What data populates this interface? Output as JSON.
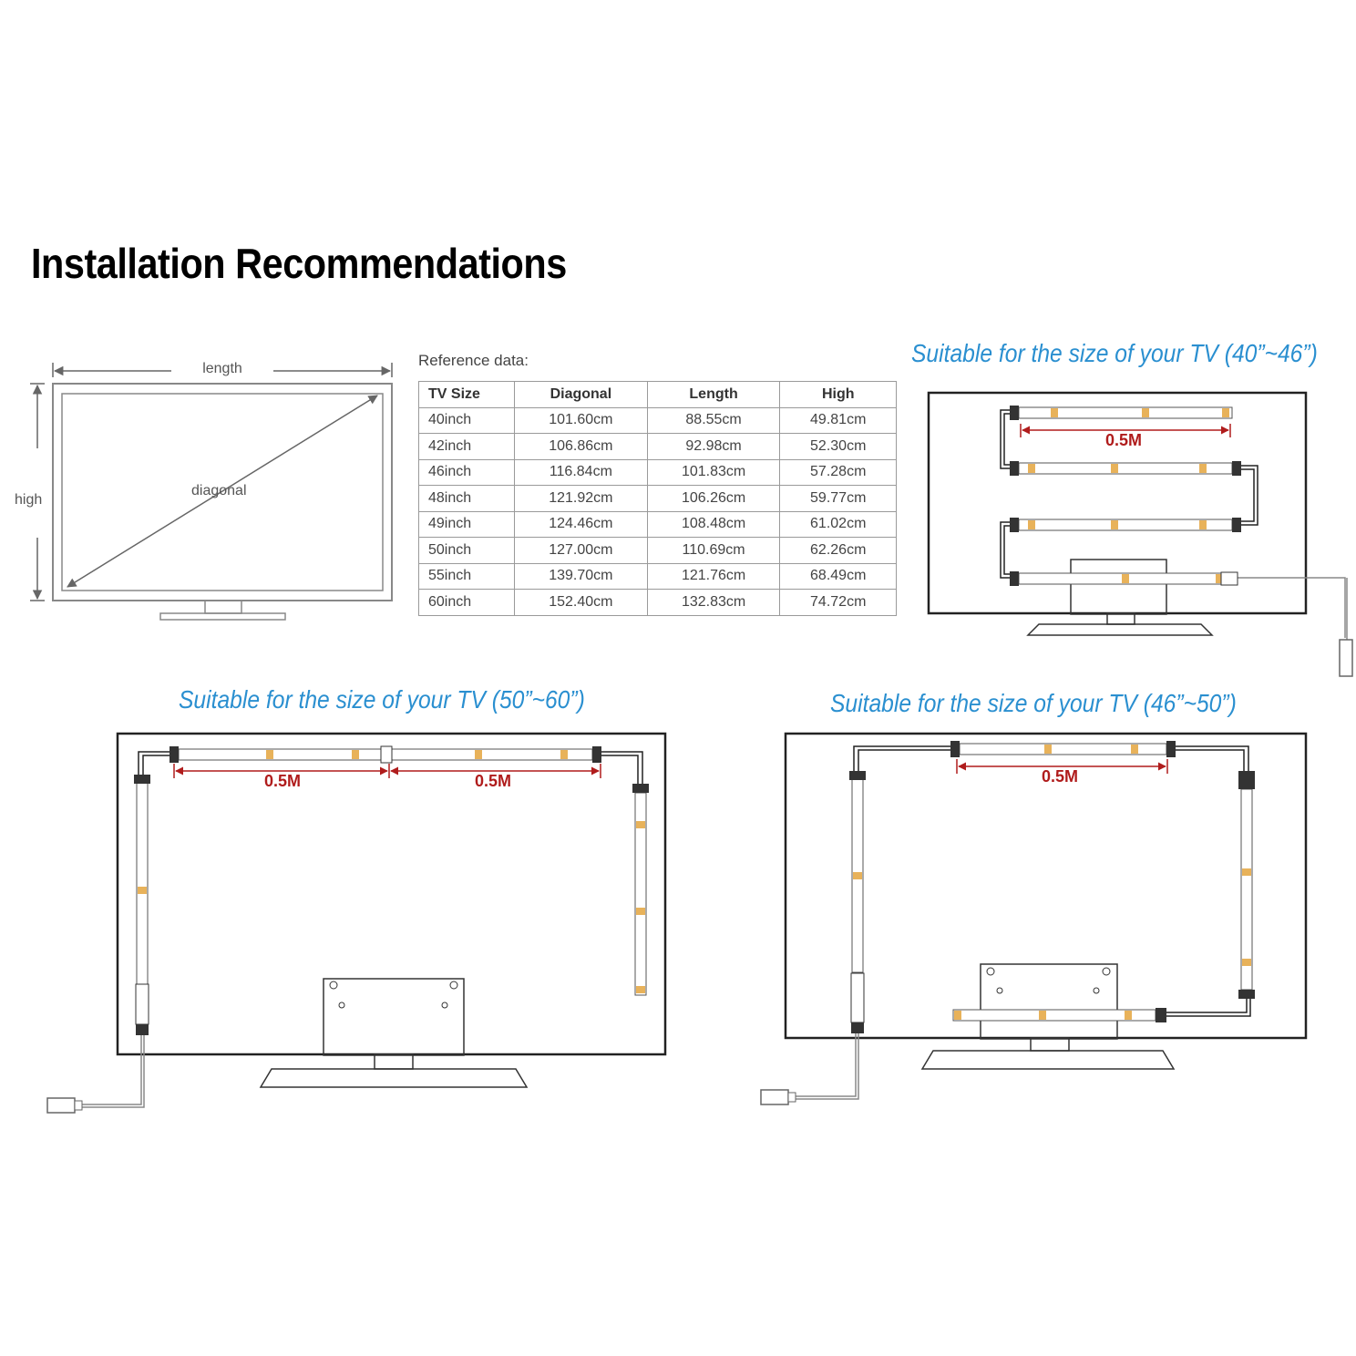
{
  "title": "Installation Recommendations",
  "reference": {
    "label": "Reference data:",
    "headers": [
      "TV Size",
      "Diagonal",
      "Length",
      "High"
    ],
    "rows": [
      [
        "40inch",
        "101.60cm",
        "88.55cm",
        "49.81cm"
      ],
      [
        "42inch",
        "106.86cm",
        "92.98cm",
        "52.30cm"
      ],
      [
        "46inch",
        "116.84cm",
        "101.83cm",
        "57.28cm"
      ],
      [
        "48inch",
        "121.92cm",
        "106.26cm",
        "59.77cm"
      ],
      [
        "49inch",
        "124.46cm",
        "108.48cm",
        "61.02cm"
      ],
      [
        "50inch",
        "127.00cm",
        "110.69cm",
        "62.26cm"
      ],
      [
        "55inch",
        "139.70cm",
        "121.76cm",
        "68.49cm"
      ],
      [
        "60inch",
        "152.40cm",
        "132.83cm",
        "74.72cm"
      ]
    ]
  },
  "dims": {
    "length": "length",
    "high": "high",
    "diagonal": "diagonal"
  },
  "captions": {
    "tv_40_46": "Suitable for the size of your TV (40”~46”)",
    "tv_50_60": "Suitable for the size of your TV (50”~60”)",
    "tv_46_50": "Suitable for the size of your TV (46”~50”)"
  },
  "measure": "0.5M",
  "colors": {
    "caption": "#2a8fd0",
    "measure": "#b01c1c",
    "led_chip": "#e8b25a"
  }
}
